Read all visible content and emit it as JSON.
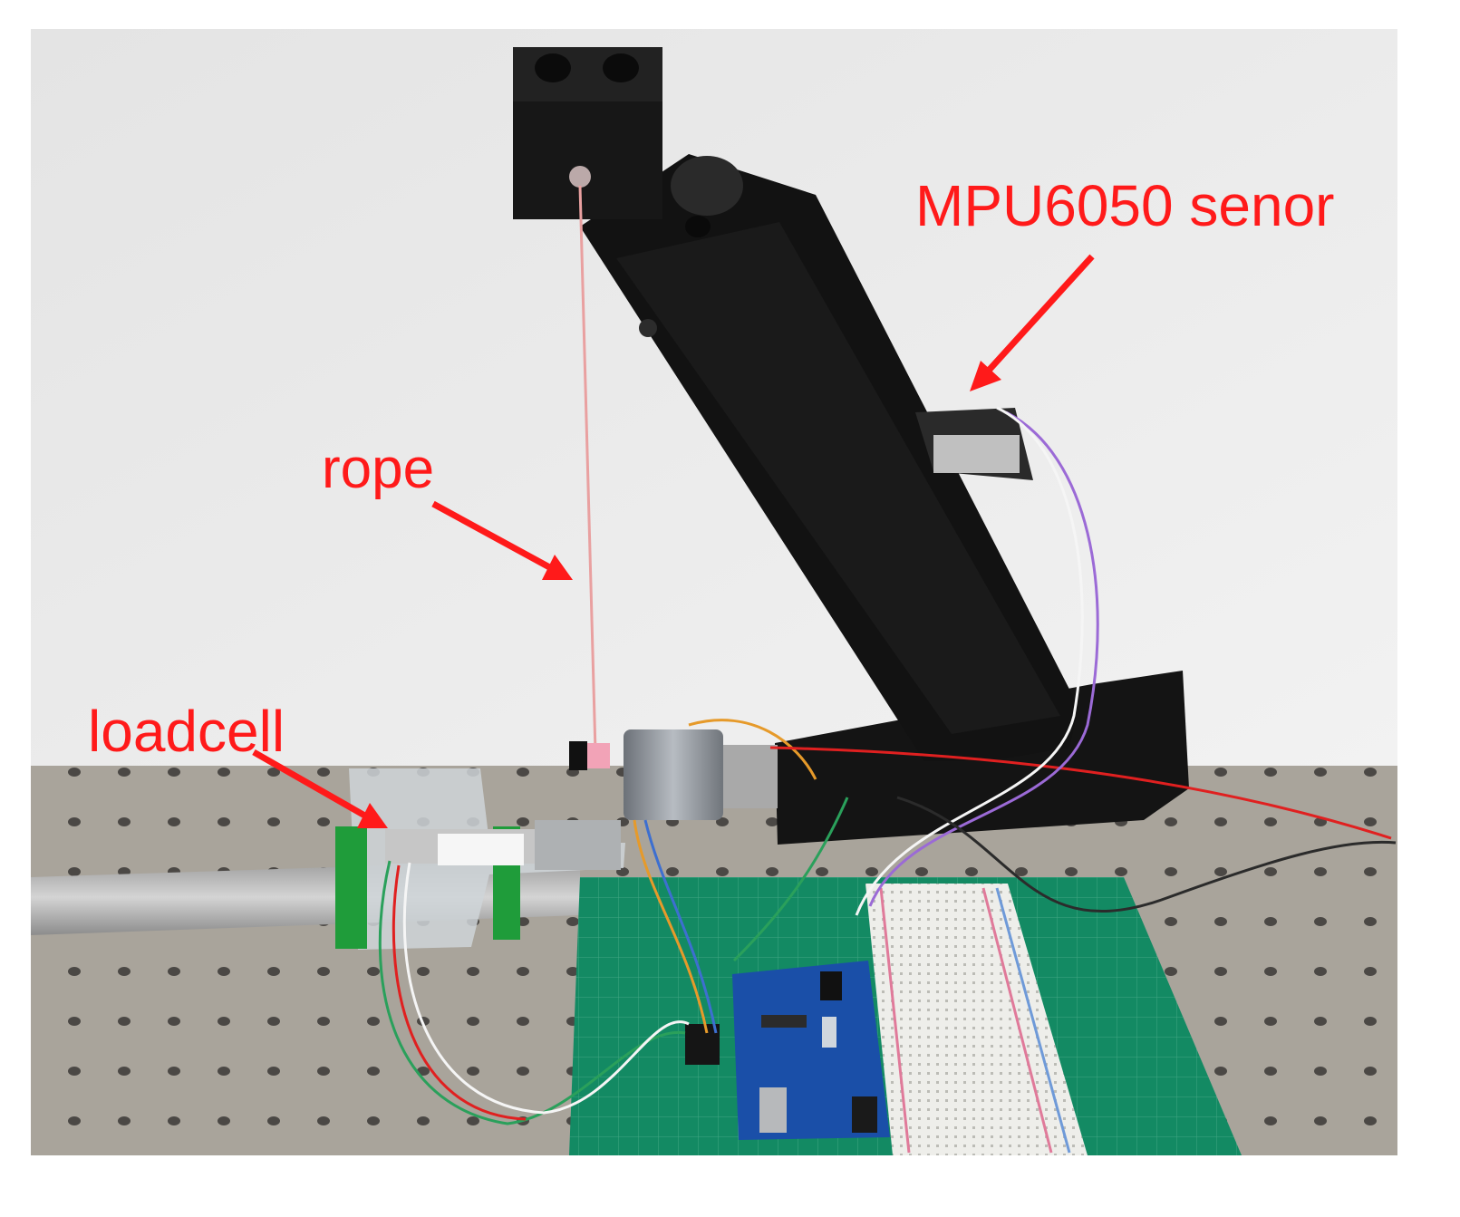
{
  "annotations": {
    "mpu_sensor": "MPU6050 senor",
    "rope": "rope",
    "loadcell": "loadcell"
  },
  "colors": {
    "annotation": "#ff1a1a",
    "wall": "#e9e9e9",
    "optical_table": "#a9a49b",
    "arm": "#121212",
    "cutting_mat": "#138a63",
    "arduino": "#1a4fa8",
    "breadboard": "#eeeeea"
  }
}
